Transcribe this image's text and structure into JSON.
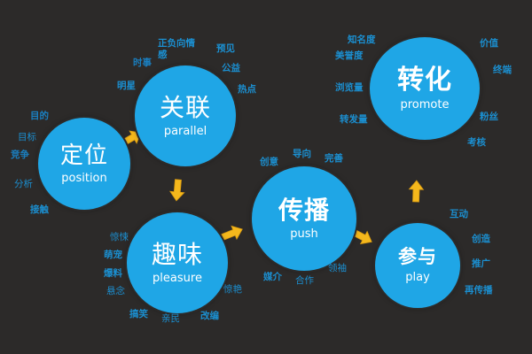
{
  "colors": {
    "background": "#2c2a29",
    "circle": "#1fa6e6",
    "keyword": "#1b8fd0",
    "arrow": "#f5b81c"
  },
  "nodes": {
    "position": {
      "zh": "定位",
      "en": "position",
      "keywords": [
        "目的",
        "目标",
        "竞争",
        "分析",
        "接触"
      ]
    },
    "parallel": {
      "zh": "关联",
      "en": "parallel",
      "keywords": [
        "正负向情",
        "感",
        "预见",
        "时事",
        "公益",
        "明星",
        "热点"
      ]
    },
    "pleasure": {
      "zh": "趣味",
      "en": "pleasure",
      "keywords": [
        "惊悚",
        "萌宠",
        "爆料",
        "悬念",
        "惊艳",
        "搞笑",
        "亲民",
        "改编"
      ]
    },
    "push": {
      "zh": "传播",
      "en": "push",
      "keywords": [
        "创意",
        "导向",
        "完善",
        "媒介",
        "合作",
        "领袖"
      ]
    },
    "play": {
      "zh": "参与",
      "en": "play",
      "keywords": [
        "互动",
        "创造",
        "推广",
        "再传播"
      ]
    },
    "promote": {
      "zh": "转化",
      "en": "promote",
      "keywords": [
        "知名度",
        "美誉度",
        "浏览量",
        "转发量",
        "价值",
        "终端",
        "粉丝",
        "考核"
      ]
    }
  },
  "flow": [
    "定位",
    "关联",
    "趣味",
    "传播",
    "参与",
    "转化"
  ]
}
